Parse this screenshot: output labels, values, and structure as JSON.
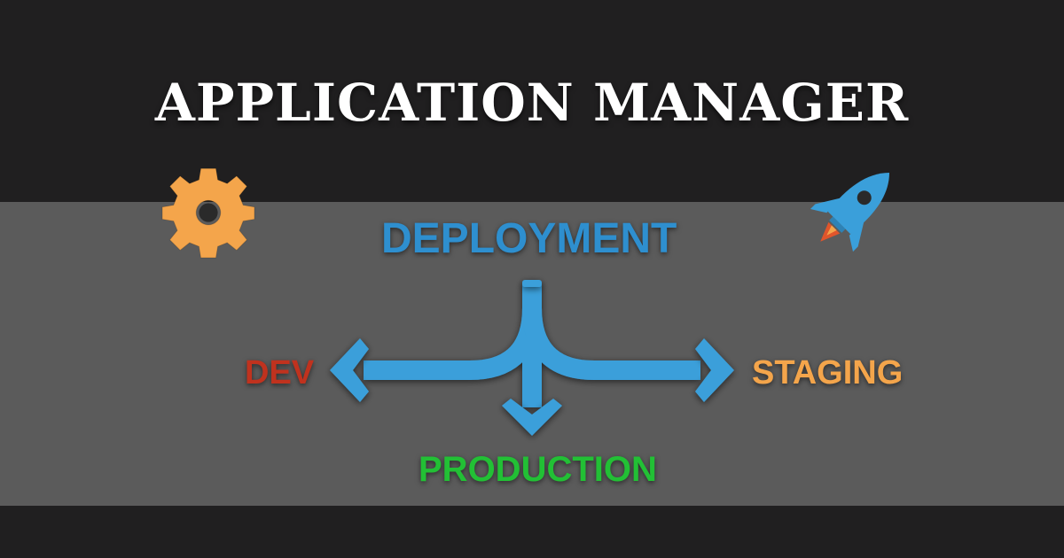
{
  "title": "APPLICATION MANAGER",
  "diagram": {
    "source": "DEPLOYMENT",
    "targets": {
      "left": "DEV",
      "right": "STAGING",
      "down": "PRODUCTION"
    }
  },
  "icons": {
    "left": "gear-icon",
    "right": "rocket-icon"
  },
  "colors": {
    "background_dark": "#201f20",
    "band": "#5b5b5b",
    "title": "#ffffff",
    "deployment": "#2e8fcf",
    "arrows": "#3a9fda",
    "dev": "#c0321e",
    "staging": "#f4a54b",
    "production": "#22c035",
    "gear": "#f4a54b",
    "rocket": "#3a9fda",
    "flame": "#e0552b"
  }
}
